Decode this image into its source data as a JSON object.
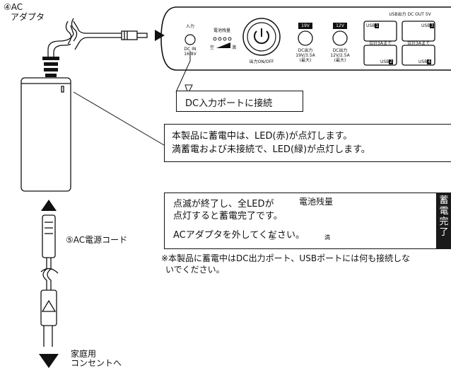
{
  "adapter_label": [
    "④AC",
    "アダプタ"
  ],
  "device": {
    "input_small": "入力",
    "battery_small": "電池残量",
    "battery_scale_empty": "空",
    "battery_scale_full": "満",
    "dc_in": [
      "DC IN",
      "16.8V"
    ],
    "power_label": "出力ON/OFF",
    "dc19_badge": "19V",
    "dc19_text": [
      "DC出力",
      "19V/3.5A",
      "(最大)"
    ],
    "dc12_badge": "12V",
    "dc12_text": [
      "DC出力",
      "12V/2.5A",
      "(最大)"
    ],
    "usb_header": "USB出力 DC OUT 5V",
    "usb_ports": [
      {
        "label": "USB",
        "num": "1"
      },
      {
        "label": "USB",
        "num": "3"
      },
      {
        "label": "USB",
        "num": "2"
      },
      {
        "label": "USB",
        "num": "4"
      }
    ],
    "usb_total": "合計3Aまで"
  },
  "callout_dc": "DC入力ポートに接続",
  "callout_led": [
    "本製品に蓄電中は、LED(赤)が点灯します。",
    "満蓄電および未接続で、LED(緑)が点灯します。"
  ],
  "complete_box": {
    "line1": "点滅が終了し、全LEDが",
    "line2": "点灯すると蓄電完了です。",
    "line3": "ACアダプタを外してください。",
    "battery_title": "電池残量",
    "scale_empty": "空",
    "scale_full": "満",
    "tab": [
      "蓄",
      "電",
      "完",
      "了"
    ]
  },
  "warning": [
    "※本製品に蓄電中はDC出力ポート、USBポートには何も接続しな",
    "いでください。"
  ],
  "cord_label": "⑤AC電源コード",
  "outlet_label": [
    "家庭用",
    "コンセントへ"
  ]
}
